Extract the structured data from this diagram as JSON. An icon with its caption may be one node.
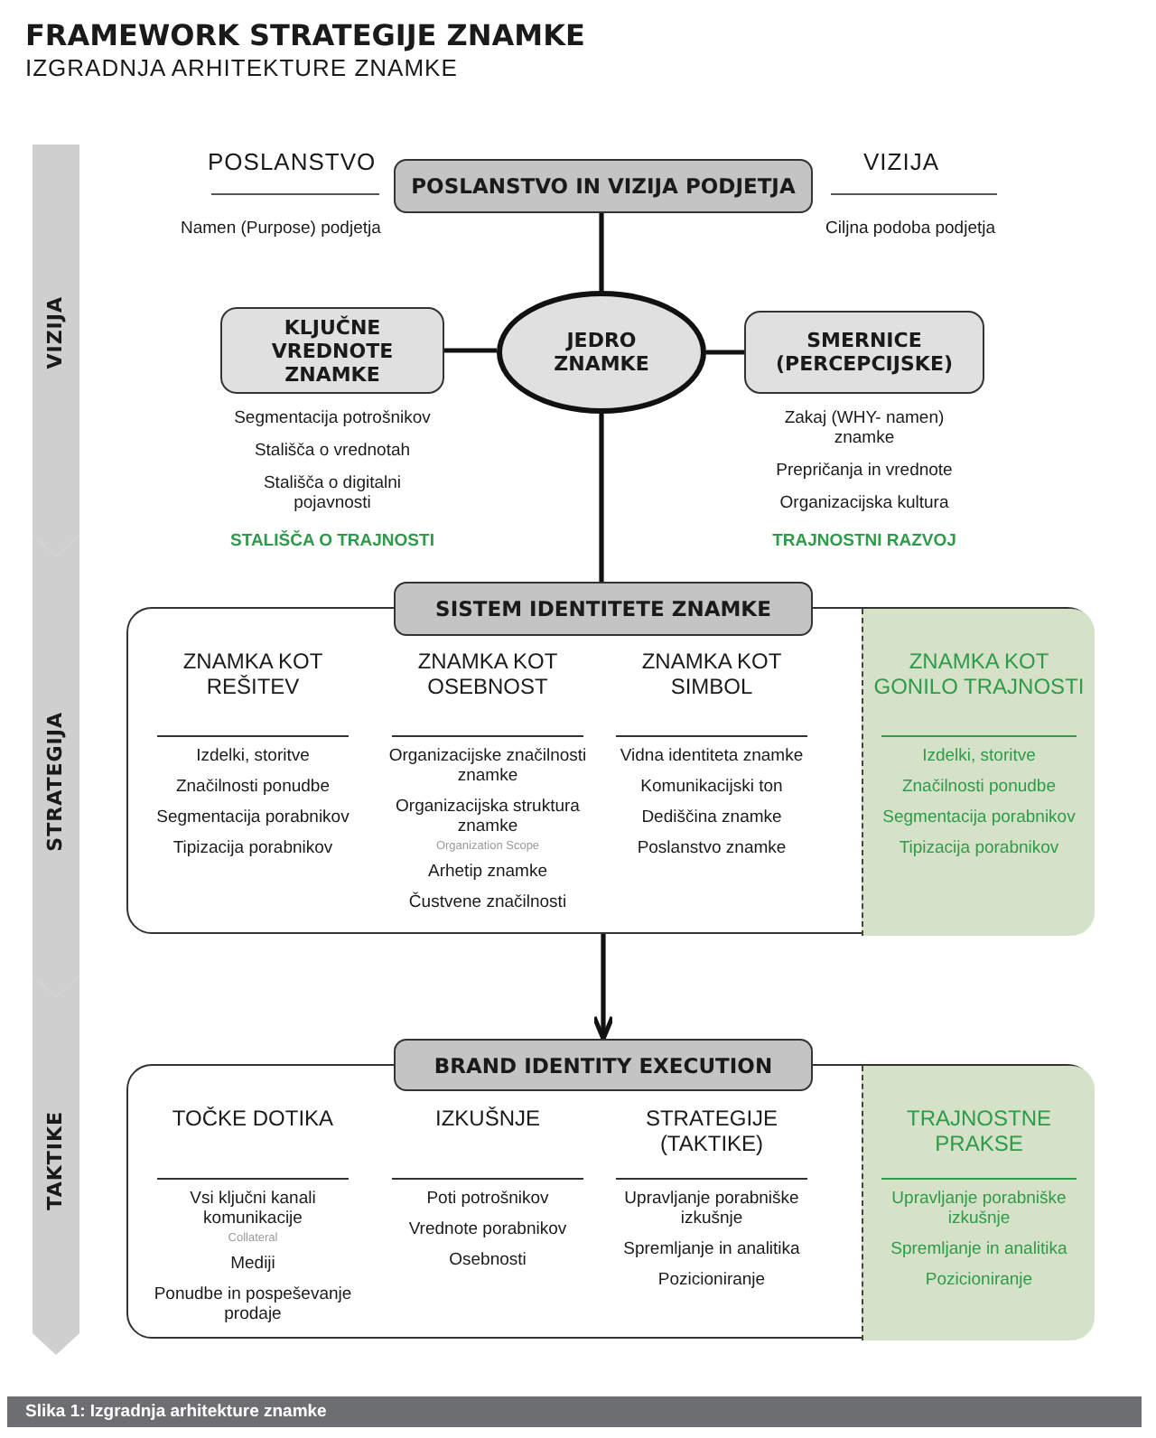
{
  "diagram": {
    "title": "FRAMEWORK STRATEGIJE ZNAMKE",
    "caption": "Slika 1: Izgradnja arhitekture znamke",
    "nodes": [
      {
        "text": [
          "POSLANSTVO IN VIZIJA PODJETJA"
        ]
      },
      {
        "text": [
          "JEDRO ZNAMKE"
        ]
      },
      {
        "text": [
          "KLJUČNE VREDNOTE ZNAMKE"
        ],
        "beside": [
          "Segmentacija potrošnikov",
          "Stališča o vrednotah",
          "Stališča o digitalni pojavnosti",
          "STALIŠČA O TRAJNOSTI"
        ]
      },
      {
        "text": [
          "SMERNICE (PERCEPCIJSKE)"
        ],
        "beside": [
          "Zakaj (WHY- namen) znamke",
          "Prepričanja in vrednote",
          "Organizacijska kultura",
          "TRAJNOSTNI RAZVOJ"
        ]
      },
      {
        "text": [
          "SISTEM IDENTITETE ZNAMKE"
        ]
      },
      {
        "text": [
          "ZNAMKA KOT REŠITEV",
          "Izdelki, storitve",
          "Značilnosti ponudbe",
          "Segmentacija porabnikov",
          "Tipizacija porabnikov",
          "ZNAMKA KOT OSEBNOST",
          "Organizacijske značilnosti znamke",
          "Organizacijska struktura znamke",
          "Organization Scope",
          "Arhetip znamke",
          "Čustvene značilnosti",
          "ZNAMKA KOT SIMBOL",
          "Vidna identiteta znamke",
          "Komunikacijski ton",
          "Dediščina znamke",
          "Poslanstvo znamke"
        ]
      },
      {
        "text": [
          "ZNAMKA KOT GONILO TRAJNOSTI",
          "Izdelki, storitve",
          "Značilnosti ponudbe",
          "Segmentacija porabnikov",
          "Tipizacija porabnikov"
        ],
        "in": 5
      },
      {
        "text": [
          "BRAND IDENTITY EXECUTION"
        ]
      },
      {
        "text": [
          "TOČKE DOTIKA",
          "Vsi ključni kanali komunikacije",
          "Collateral",
          "Mediji",
          "Ponudbe in pospeševanje prodaje",
          "IZKUŠNJE",
          "Poti potrošnikov",
          "Vrednote porabnikov",
          "Osebnosti",
          "STRATEGIJE (TAKTIKE)",
          "Upravljanje porabniške izkušnje",
          "Spremljanje in analitika",
          "Pozicioniranje"
        ]
      },
      {
        "text": [
          "TRAJNOSTNE PRAKSE",
          "Upravljanje porabniške izkušnje",
          "Spremljanje in analitika",
          "Pozicioniranje"
        ],
        "in": 8
      },
      {
        "text": [
          "VIZIJA"
        ]
      },
      {
        "text": [
          "STRATEGIJA"
        ]
      },
      {
        "text": [
          "TAKTIKE"
        ]
      }
    ],
    "edges": [
      {
        "from": 0,
        "to": 1,
        "arrow": "none"
      },
      {
        "from": 2,
        "to": 1,
        "arrow": "none"
      },
      {
        "from": 1,
        "to": 3,
        "arrow": "none"
      },
      {
        "from": 1,
        "to": 4,
        "arrow": "none"
      },
      {
        "from": 5,
        "to": 7,
        "arrow": "to"
      }
    ],
    "labels": [
      "IZGRADNJA ARHITEKTURE ZNAMKE",
      "POSLANSTVO",
      "VIZIJA",
      "Namen (Purpose) podjetja",
      "Ciljna podoba podjetja"
    ]
  }
}
